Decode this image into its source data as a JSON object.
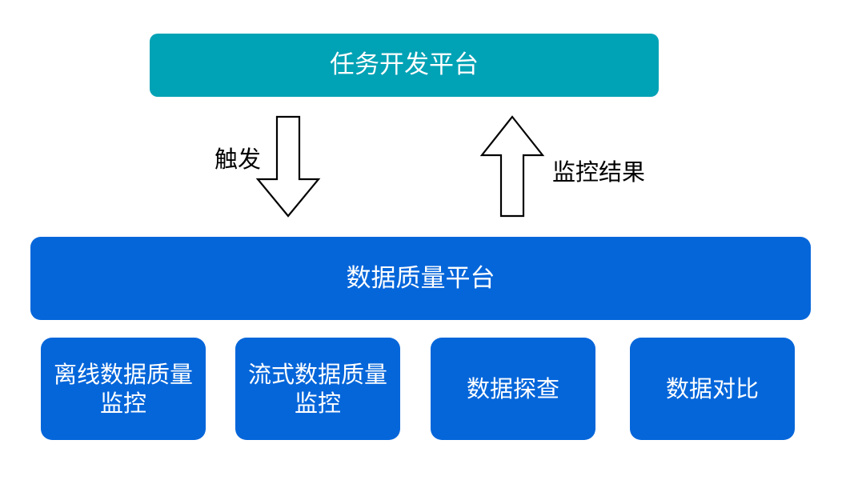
{
  "top_platform": {
    "label": "任务开发平台"
  },
  "arrows": {
    "trigger_label": "触发",
    "result_label": "监控结果"
  },
  "main_platform": {
    "label": "数据质量平台"
  },
  "modules": [
    {
      "label": "离线数据质量\n监控"
    },
    {
      "label": "流式数据质量\n监控"
    },
    {
      "label": "数据探查"
    },
    {
      "label": "数据对比"
    }
  ],
  "colors": {
    "top_platform": "#00a2b5",
    "main_platform": "#0566da",
    "modules": "#0566da",
    "text_on_box": "#ffffff",
    "arrow_stroke": "#000000"
  }
}
